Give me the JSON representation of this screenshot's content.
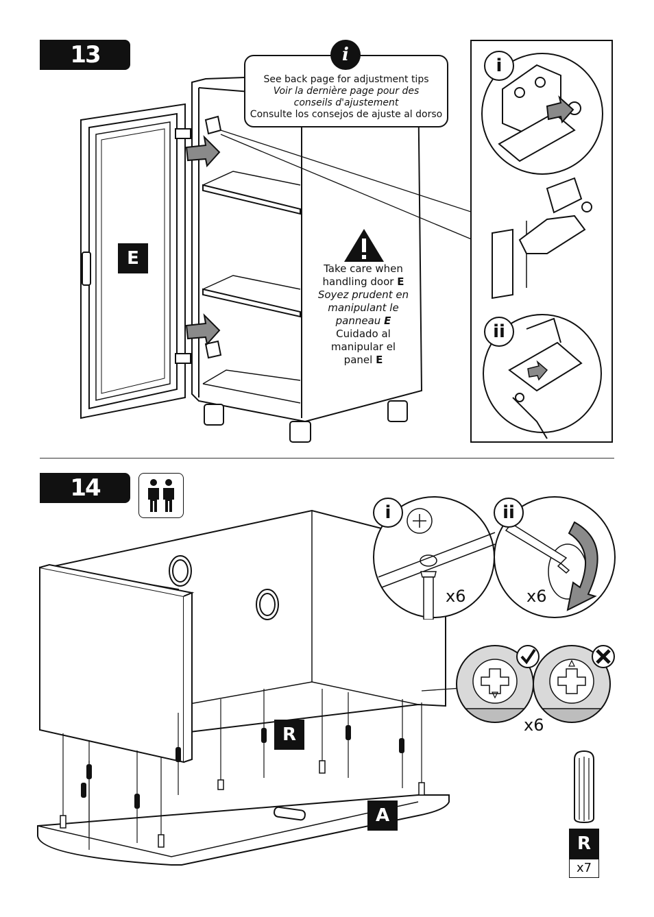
{
  "step13": {
    "number": "13",
    "info_icon": "i",
    "info_lines": [
      "See back page for adjustment tips",
      "Voir la dernière page pour des",
      "conseils d'ajustement",
      "Consulte los consejos de ajuste al dorso"
    ],
    "door_label": "E",
    "warning": {
      "en_1": "Take care when",
      "en_2": "handling door ",
      "en_bold": "E",
      "fr_1": "Soyez prudent en",
      "fr_2": "manipulant le",
      "fr_3": "panneau ",
      "fr_bold": "E",
      "es_1": "Cuidado al",
      "es_2": "manipular el",
      "es_3": "panel ",
      "es_bold": "E"
    },
    "detail_i": "i",
    "detail_ii": "ii"
  },
  "step14": {
    "number": "14",
    "detail_i": "i",
    "detail_ii": "ii",
    "qty_i": "x6",
    "qty_ii": "x6",
    "qty_check": "x6",
    "part_r": "R",
    "part_a": "A",
    "hardware_label": "R",
    "hardware_count": "x7"
  },
  "colors": {
    "ink": "#111111",
    "grey_fill": "#d9d9d9",
    "arrow_grey": "#8a8a8a"
  }
}
